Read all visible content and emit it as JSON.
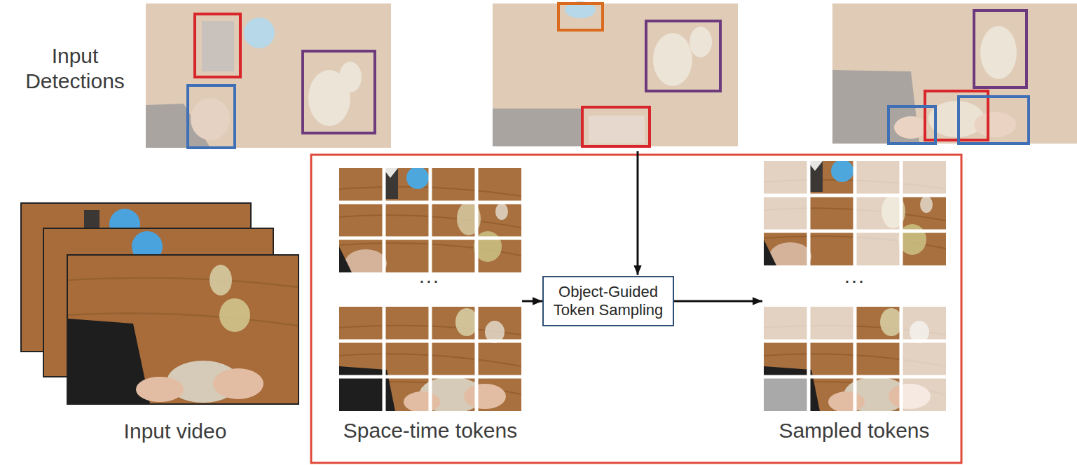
{
  "diagram": {
    "nodes": [
      {
        "text": [
          "Space-time tokens"
        ]
      },
      {
        "text": [
          "Object-Guided Token Sampling"
        ]
      },
      {
        "text": [
          "Sampled tokens"
        ]
      }
    ],
    "edges": [
      {
        "from": 0,
        "to": 1,
        "arrow": "to"
      },
      {
        "from": 1,
        "to": 2,
        "arrow": "to"
      }
    ],
    "labels": [
      "Input Detections",
      "Input video",
      "···",
      "···"
    ]
  }
}
